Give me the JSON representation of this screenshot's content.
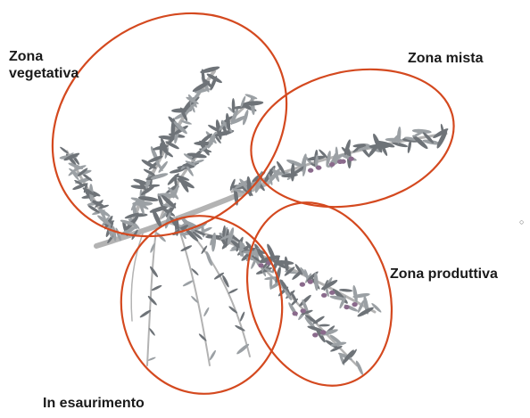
{
  "labels": {
    "zona_vegetativa_line1": "Zona",
    "zona_vegetativa_line2": "vegetativa",
    "zona_mista": "Zona mista",
    "zona_produttiva": "Zona produttiva",
    "in_esaurimento": "In esaurimento",
    "stray_mark": "○"
  },
  "colors": {
    "ellipse_stroke": "#d4491f",
    "branch": "#b3b3b3",
    "leaf": "#6e7378",
    "leaf_light": "#9ba0a4",
    "olive_fruit": "#8a6a8c",
    "label_text": "#1a1a1a"
  }
}
